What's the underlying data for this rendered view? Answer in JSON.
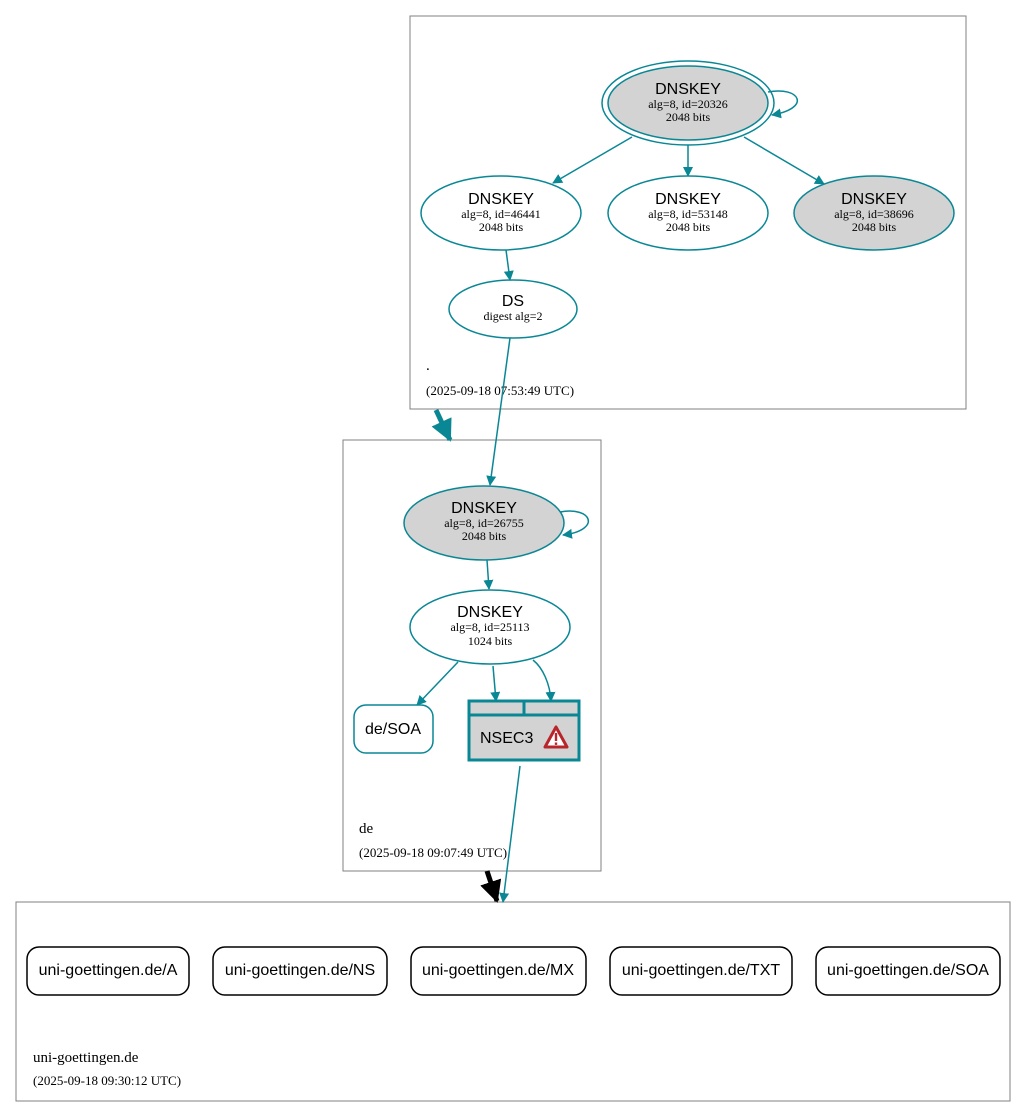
{
  "zones": {
    "root": {
      "name": ".",
      "timestamp": "(2025-09-18 07:53:49 UTC)"
    },
    "de": {
      "name": "de",
      "timestamp": "(2025-09-18 09:07:49 UTC)"
    },
    "uni": {
      "name": "uni-goettingen.de",
      "timestamp": "(2025-09-18 09:30:12 UTC)"
    }
  },
  "root": {
    "ksk": {
      "title": "DNSKEY",
      "line1": "alg=8, id=20326",
      "line2": "2048 bits"
    },
    "zsk1": {
      "title": "DNSKEY",
      "line1": "alg=8, id=46441",
      "line2": "2048 bits"
    },
    "zsk2": {
      "title": "DNSKEY",
      "line1": "alg=8, id=53148",
      "line2": "2048 bits"
    },
    "ksk2": {
      "title": "DNSKEY",
      "line1": "alg=8, id=38696",
      "line2": "2048 bits"
    },
    "ds": {
      "title": "DS",
      "line1": "digest alg=2"
    }
  },
  "de": {
    "ksk": {
      "title": "DNSKEY",
      "line1": "alg=8, id=26755",
      "line2": "2048 bits"
    },
    "zsk": {
      "title": "DNSKEY",
      "line1": "alg=8, id=25113",
      "line2": "1024 bits"
    },
    "soa": "de/SOA",
    "nsec3": "NSEC3"
  },
  "uni": {
    "records": [
      "uni-goettingen.de/A",
      "uni-goettingen.de/NS",
      "uni-goettingen.de/MX",
      "uni-goettingen.de/TXT",
      "uni-goettingen.de/SOA"
    ]
  },
  "colors": {
    "edge": "#0a8795",
    "node_fill_gray": "#d3d3d3",
    "zone_border": "#808080",
    "warning": "#b8262b"
  }
}
